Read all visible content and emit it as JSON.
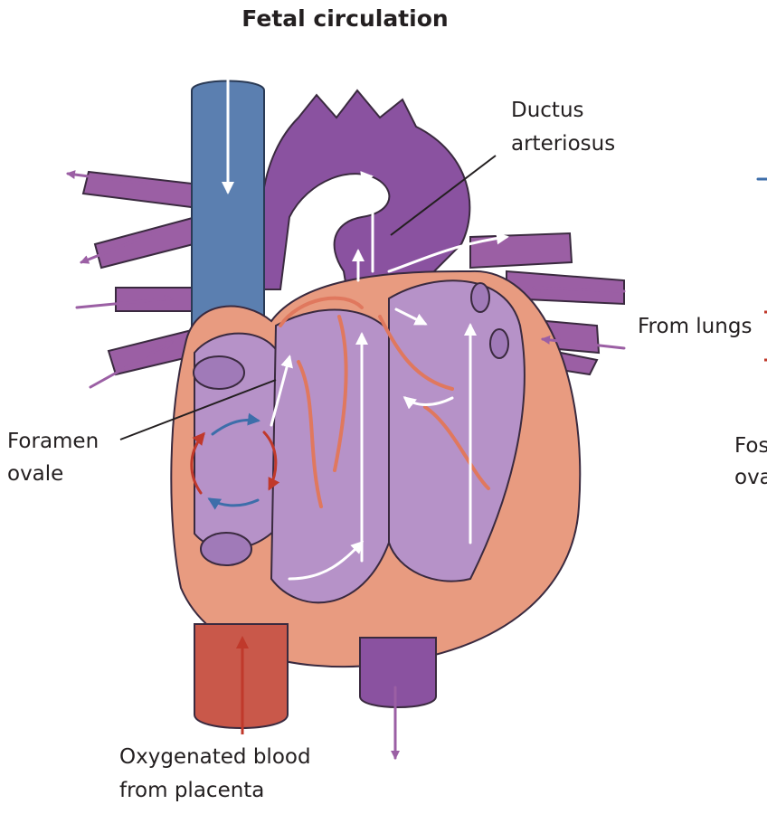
{
  "title": "Fetal circulation",
  "labels": {
    "ductus_line1": "Ductus",
    "ductus_line2": "arteriosus",
    "from_lungs": "From lungs",
    "foramen_line1": "Foramen",
    "foramen_line2": "ovale",
    "oxygenated_line1": "Oxygenated blood",
    "oxygenated_line2": "from placenta",
    "cut_line1": "Fos",
    "cut_line2": "ova"
  },
  "colors": {
    "vena_cava_superior": "#5b7fb0",
    "vena_cava_inferior": "#c9584a",
    "pulmonary_purple": "#9b5fa4",
    "aorta_purple": "#8a52a0",
    "chamber_lilac": "#b692c8",
    "heart_wall": "#e89b80",
    "oxygen_arrow_red": "#c0392b",
    "deoxy_arrow_blue": "#3d6eaa"
  }
}
